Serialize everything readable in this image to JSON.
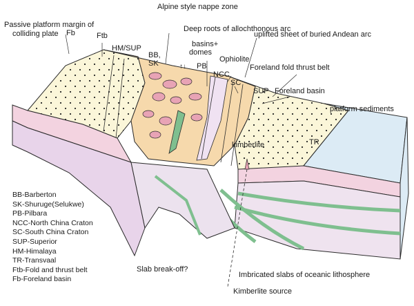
{
  "labels": {
    "passive_margin_line1": "Passive platform margin of",
    "passive_margin_line2": "colliding plate",
    "fb": "Fb",
    "ftb": "Ftb",
    "alpine": "Alpine style nappe zone",
    "hm_sup": "HM/SUP",
    "deep_roots": "Deep roots of allochthonous arc",
    "bb_sk_line1": "BB,",
    "bb_sk_line2": "SK",
    "basins_line1": "basins+",
    "basins_line2": "domes",
    "pb": "PB",
    "ophiolite": "Ophiolite",
    "uplifted": "uplifted sheet of buried Andean arc",
    "ncc": "NCC",
    "foreland_fold": "Foreland fold thrust belt",
    "sc": "SC",
    "sup": "SUP",
    "foreland_basin": "Foreland basin",
    "platform_sediments": "platform sediments",
    "kimberlite": "kimberlite",
    "tr": "TR",
    "slab_breakoff": "Slab break-off?",
    "imbricated": "Imbricated slabs of oceanic lithosphere",
    "kimberlite_source": "Kimberlite source"
  },
  "legend": [
    "BB-Barberton",
    "SK-Shuruge(Selukwe)",
    "PB-Pilbara",
    "NCC-North China Craton",
    "SC-South China Craton",
    "SUP-Superior",
    "HM-Himalaya",
    "TR-Transvaal",
    "Ftb-Fold and thrust belt",
    "Fb-Foreland basin"
  ],
  "colors": {
    "platform": "#fbf6d9",
    "orogen": "#f6d9ac",
    "ocean_blue": "#dcebf5",
    "pink_layer": "#f3d3e0",
    "purple_layer": "#e8d4ea",
    "green_slab": "#7fbf8f",
    "dome_pink": "#e8a3b5",
    "outline": "#2a2a2a"
  }
}
